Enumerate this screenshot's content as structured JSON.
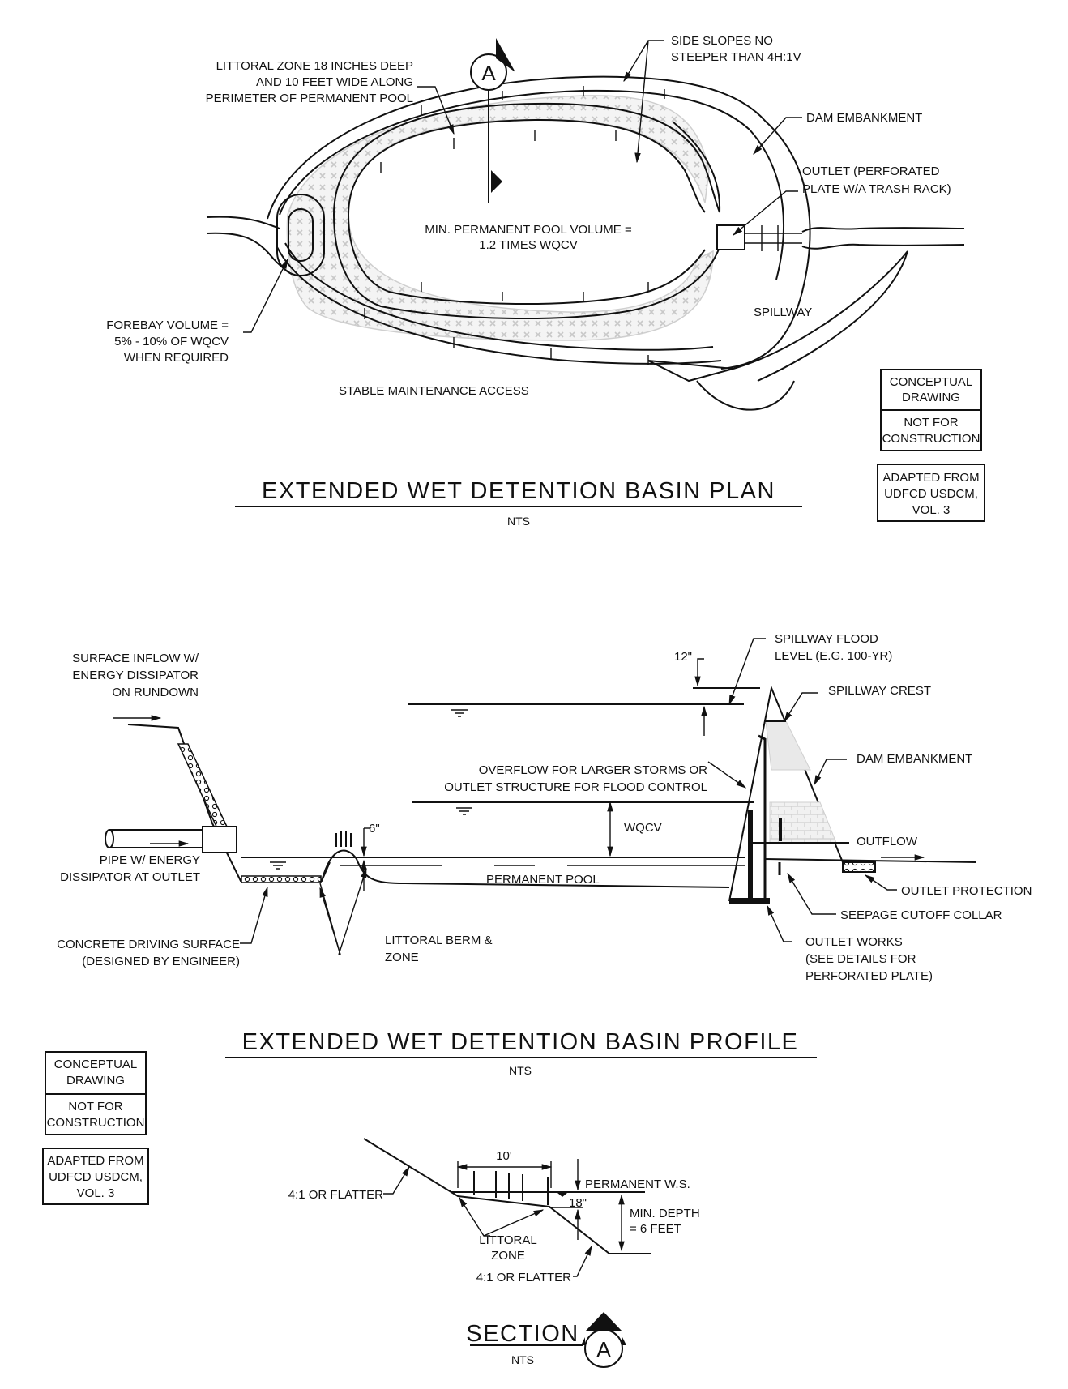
{
  "plan": {
    "title": "EXTENDED WET DETENTION BASIN PLAN",
    "scale": "NTS",
    "section_marker": "A",
    "labels": {
      "littoral_zone": [
        "LITTORAL ZONE 18 INCHES DEEP",
        "AND 10 FEET WIDE ALONG",
        "PERIMETER OF PERMANENT POOL"
      ],
      "side_slopes": [
        "SIDE SLOPES NO",
        "STEEPER THAN 4H:1V"
      ],
      "dam_embankment": "DAM EMBANKMENT",
      "outlet": [
        "OUTLET (PERFORATED",
        "PLATE W/A TRASH RACK)"
      ],
      "pool_volume": [
        "MIN. PERMANENT POOL VOLUME =",
        "1.2 TIMES WQCV"
      ],
      "spillway": "SPILLWAY",
      "forebay": [
        "FOREBAY VOLUME =",
        "5% - 10% OF WQCV",
        "WHEN REQUIRED"
      ],
      "maintenance_access": "STABLE MAINTENANCE ACCESS"
    },
    "notice": {
      "conceptual": [
        "CONCEPTUAL",
        "DRAWING"
      ],
      "not_for_construction": [
        "NOT FOR",
        "CONSTRUCTION"
      ],
      "adapted": [
        "ADAPTED FROM",
        "UDFCD USDCM,",
        "VOL. 3"
      ]
    }
  },
  "profile": {
    "title": "EXTENDED WET DETENTION BASIN PROFILE",
    "scale": "NTS",
    "labels": {
      "surface_inflow": [
        "SURFACE INFLOW W/",
        "ENERGY DISSIPATOR",
        "ON RUNDOWN"
      ],
      "pipe": [
        "PIPE W/ ENERGY",
        "DISSIPATOR AT OUTLET"
      ],
      "concrete": [
        "CONCRETE DRIVING SURFACE",
        "(DESIGNED BY ENGINEER)"
      ],
      "littoral_berm": [
        "LITTORAL BERM &",
        "ZONE"
      ],
      "six_inch": "6\"",
      "twelve_inch": "12\"",
      "spillway_flood": [
        "SPILLWAY FLOOD",
        "LEVEL (E.G. 100-YR)"
      ],
      "spillway_crest": "SPILLWAY CREST",
      "overflow": [
        "OVERFLOW FOR LARGER STORMS OR",
        "OUTLET STRUCTURE FOR FLOOD CONTROL"
      ],
      "dam_embankment": "DAM EMBANKMENT",
      "wqcv": "WQCV",
      "outflow": "OUTFLOW",
      "permanent_pool": "PERMANENT POOL",
      "outlet_protection": "OUTLET PROTECTION",
      "seepage_collar": "SEEPAGE CUTOFF COLLAR",
      "outlet_works": [
        "OUTLET WORKS",
        "(SEE DETAILS FOR",
        "PERFORATED PLATE)"
      ]
    },
    "notice": {
      "conceptual": [
        "CONCEPTUAL",
        "DRAWING"
      ],
      "not_for_construction": [
        "NOT FOR",
        "CONSTRUCTION"
      ],
      "adapted": [
        "ADAPTED FROM",
        "UDFCD USDCM,",
        "VOL. 3"
      ]
    }
  },
  "section": {
    "title": "SECTION",
    "scale": "NTS",
    "marker": "A",
    "labels": {
      "slope_upper": "4:1 OR FLATTER",
      "slope_lower": "4:1 OR FLATTER",
      "width": "10'",
      "depth_18": "18\"",
      "permanent_ws": "PERMANENT W.S.",
      "min_depth": [
        "MIN. DEPTH",
        "= 6 FEET"
      ],
      "littoral_zone": [
        "LITTORAL",
        "ZONE"
      ]
    }
  }
}
